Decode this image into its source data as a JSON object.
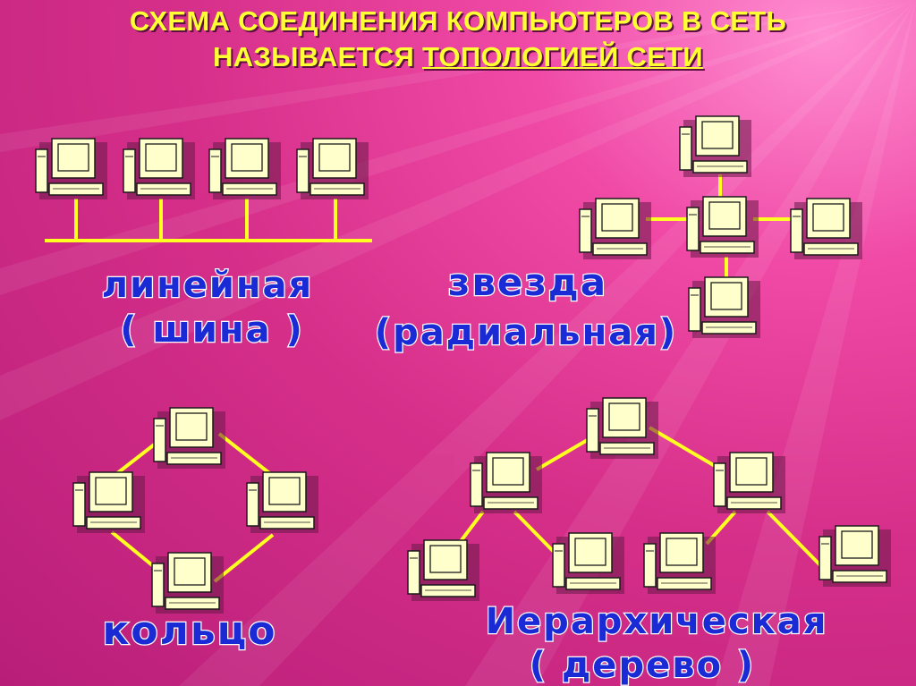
{
  "title": {
    "line1": "СХЕМА СОЕДИНЕНИЯ КОМПЬЮТЕРОВ В СЕТЬ",
    "line2_prefix": "НАЗЫВАЕТСЯ ",
    "line2_underlined": "ТОПОЛОГИЕЙ СЕТИ"
  },
  "topologies": {
    "bus": {
      "name": "линейная",
      "alt": "( шина )"
    },
    "star": {
      "name": "звезда",
      "alt": "(радиальная)"
    },
    "ring": {
      "name": "кольцо"
    },
    "tree": {
      "name": "Иерархическая",
      "alt": "( дерево )"
    }
  },
  "colors": {
    "background": "#d62f8a",
    "title": "#ffff33",
    "connector": "#ffff22",
    "label_fill": "#1a2bd6",
    "label_outline": "#ffffff",
    "computer": "#ffffcc"
  },
  "icons": {
    "node": "computer-icon"
  }
}
